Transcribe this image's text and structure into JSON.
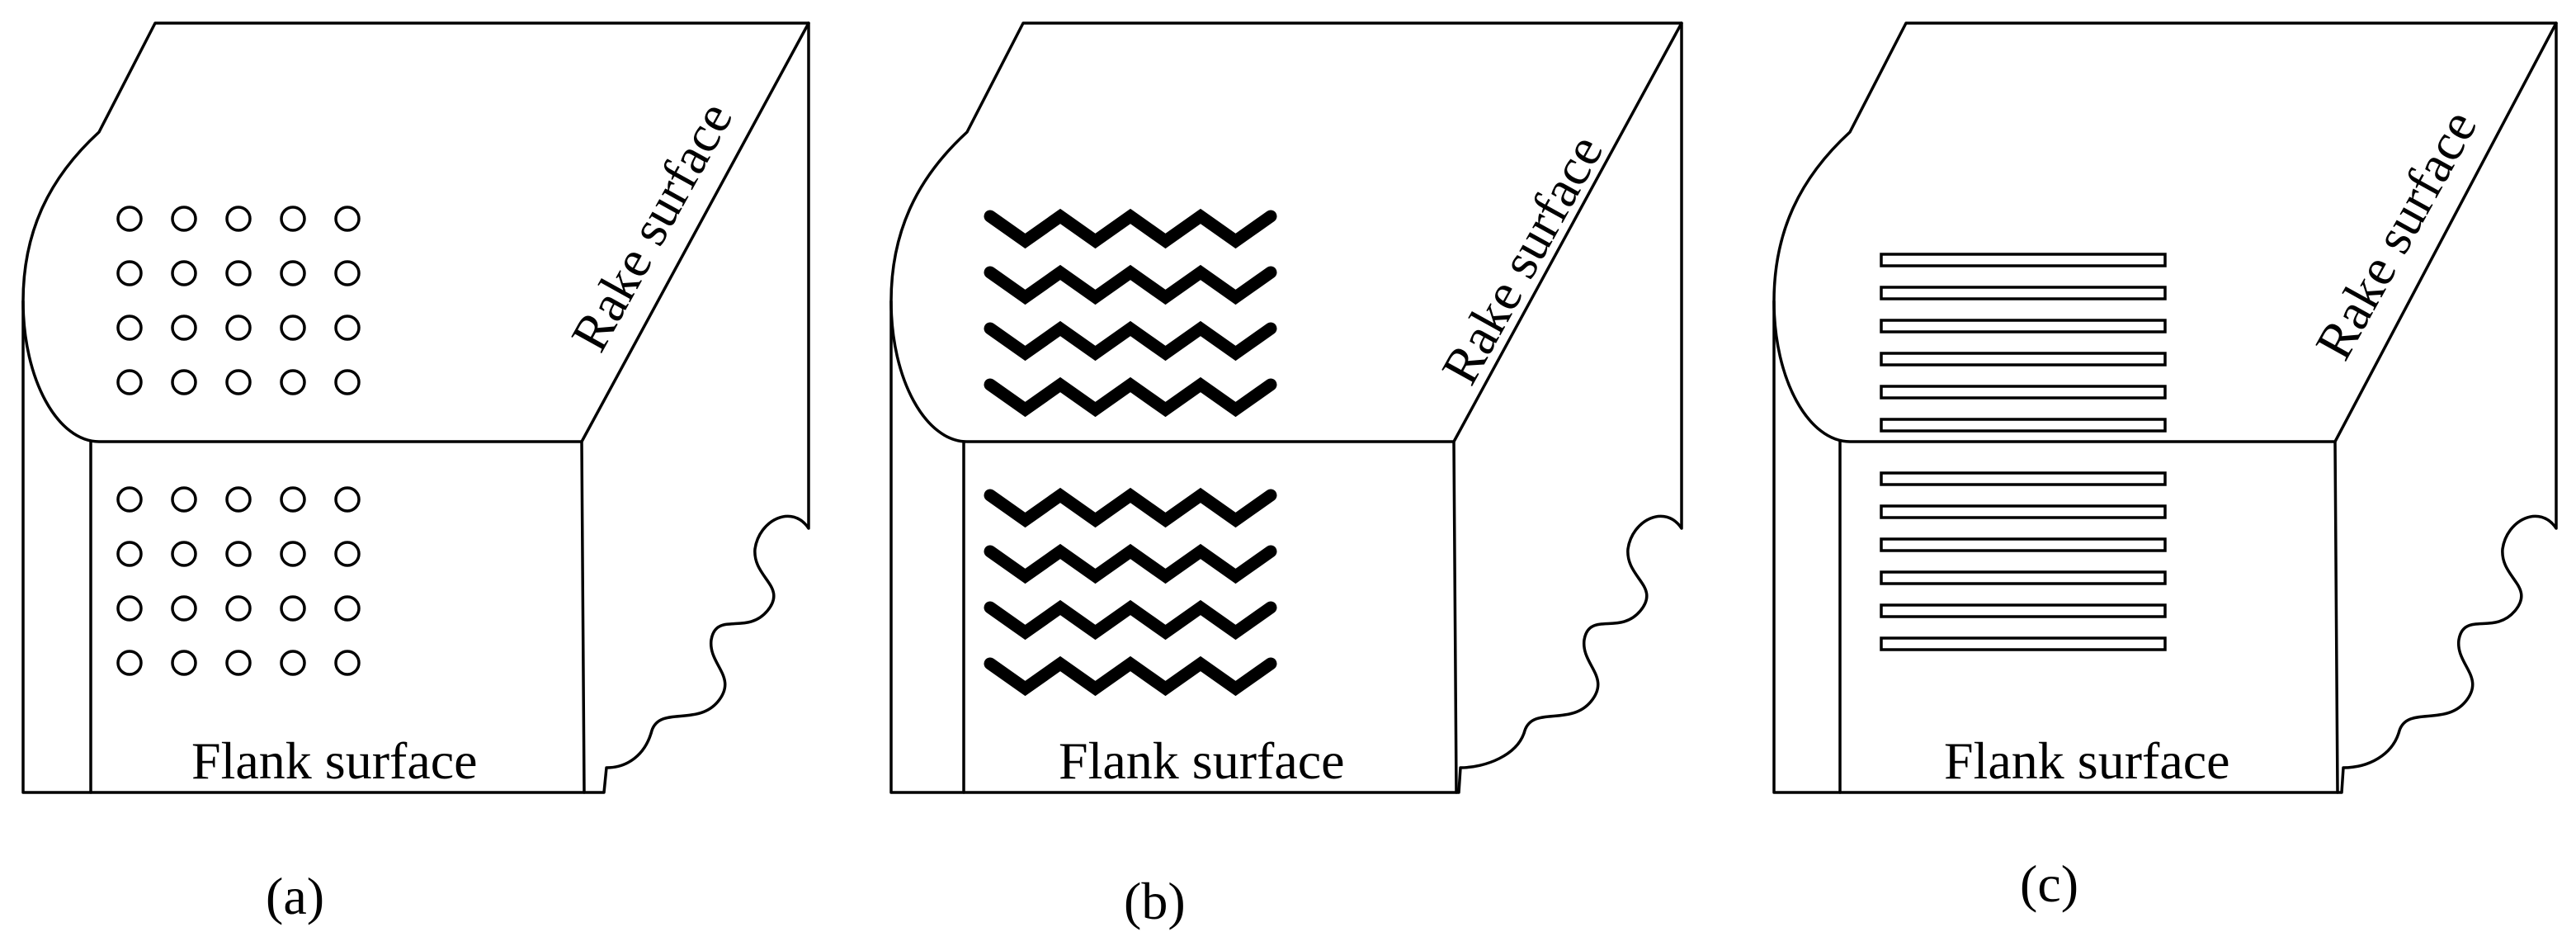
{
  "panels": [
    {
      "id": "a",
      "caption": "(a)",
      "rake_label": "Rake surface",
      "flank_label": "Flank surface",
      "texture": "dimple"
    },
    {
      "id": "b",
      "caption": "(b)",
      "rake_label": "Rake surface",
      "flank_label": "Flank surface",
      "texture": "wave"
    },
    {
      "id": "c",
      "caption": "(c)",
      "rake_label": "Rake surface",
      "flank_label": "Flank surface",
      "texture": "groove"
    }
  ],
  "colors": {
    "stroke": "#000000",
    "background": "#ffffff"
  }
}
